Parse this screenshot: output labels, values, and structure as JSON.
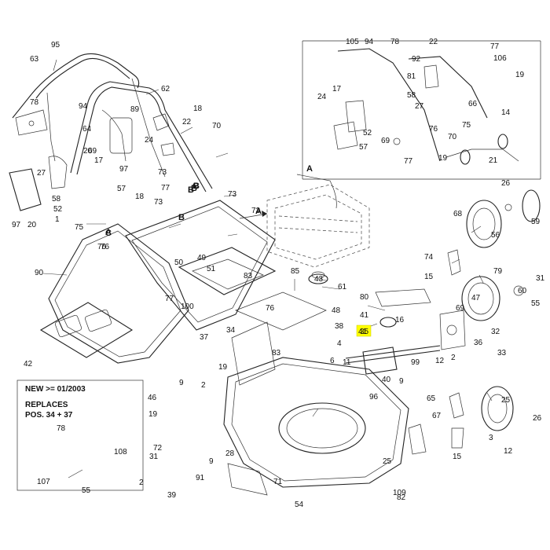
{
  "diagram": {
    "inset_note": {
      "line1": "NEW >= 01/2003",
      "line2": "REPLACES",
      "line3": "POS. 34 + 37"
    },
    "highlighted_label": "41",
    "view_markers": [
      "A",
      "B",
      "C",
      "A",
      "B"
    ],
    "labels": [
      "95",
      "63",
      "62",
      "78",
      "94",
      "18",
      "89",
      "22",
      "70",
      "64",
      "24",
      "17",
      "97",
      "20",
      "75",
      "73",
      "77",
      "69",
      "57",
      "18",
      "27",
      "58",
      "52",
      "1",
      "97",
      "20",
      "B",
      "73",
      "73",
      "76",
      "B",
      "C",
      "A",
      "73",
      "76",
      "50",
      "49",
      "51",
      "90",
      "83",
      "85",
      "43",
      "61",
      "80",
      "41",
      "35",
      "48",
      "76",
      "77",
      "100",
      "42",
      "37",
      "34",
      "71",
      "19",
      "83",
      "9",
      "39",
      "46",
      "19",
      "2",
      "72",
      "31",
      "2",
      "9",
      "55",
      "91",
      "28",
      "96",
      "25",
      "109",
      "107",
      "108",
      "78",
      "105",
      "94",
      "78",
      "22",
      "77",
      "92",
      "106",
      "24",
      "17",
      "81",
      "58",
      "27",
      "52",
      "57",
      "69",
      "19",
      "76",
      "77",
      "21",
      "70",
      "75",
      "19",
      "66",
      "14",
      "26",
      "68",
      "56",
      "59",
      "74",
      "15",
      "79",
      "47",
      "60",
      "31",
      "55",
      "69",
      "33",
      "2",
      "12",
      "99",
      "40",
      "9",
      "16",
      "11",
      "6",
      "4",
      "36",
      "32",
      "38",
      "65",
      "67",
      "15",
      "12",
      "26",
      "3",
      "25",
      "54",
      "82"
    ]
  }
}
